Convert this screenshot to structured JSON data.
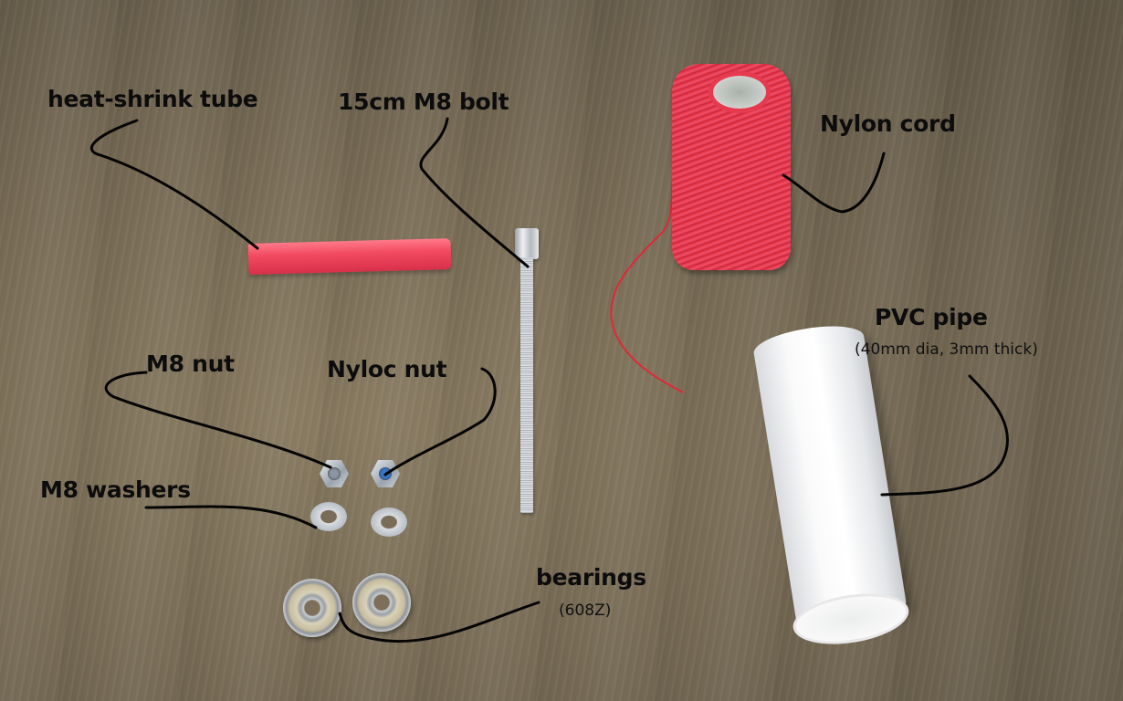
{
  "photo": {
    "description": "Parts laid out on a wooden table with hand-drawn labels",
    "background_color": "#776b55",
    "labels": {
      "heat_shrink": "heat-shrink tube",
      "bolt": "15cm M8 bolt",
      "nylon_cord": "Nylon cord",
      "pvc_pipe": "PVC pipe",
      "pvc_pipe_spec": "(40mm dia, 3mm thick)",
      "m8_nut": "M8 nut",
      "nyloc_nut": "Nyloc nut",
      "m8_washers": "M8 washers",
      "bearings": "bearings",
      "bearings_spec": "(608Z)"
    },
    "colors": {
      "heat_shrink": "#f24a60",
      "nylon_cord": "#e0303e",
      "pvc_pipe": "#f7f7f7",
      "metal": "#c8ccd0",
      "label_ink": "#0c0c0c"
    }
  }
}
